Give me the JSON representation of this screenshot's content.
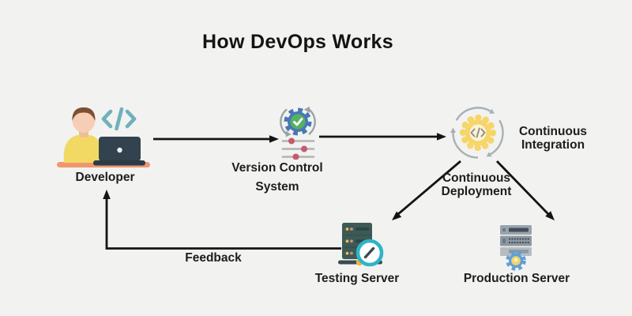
{
  "title": "How DevOps Works",
  "colors": {
    "background": "#f2f2f0",
    "text": "#1d1d1d",
    "arrow": "#141414",
    "developer_shirt_yellow": "#f2d964",
    "developer_desk_salmon": "#f0976e",
    "laptop_dark": "#32424e",
    "code_symbol_teal": "#6fb1bd",
    "vcs_gear_blue": "#4878b4",
    "vcs_check_green": "#56b262",
    "vcs_commit_dot_rose": "#c65b6d",
    "ci_gear_yellow": "#f6d569",
    "cycle_arrow_gray": "#a7b0b5",
    "testing_server_teal": "#3d5a56",
    "magnifier_cyan": "#2cb5c8",
    "server_light_yellow": "#f0b33c",
    "production_server_gray": "#98a3ac",
    "production_gear_blue": "#5f9fd6"
  },
  "nodes": {
    "developer": {
      "label": "Developer",
      "icon": "developer-at-laptop-icon"
    },
    "version_control": {
      "label_line1": "Version Control",
      "label_line2": "System",
      "icon": "version-control-gear-icon"
    },
    "continuous_integration": {
      "label_line1": "Continuous",
      "label_line2": "Integration",
      "icon": "ci-cycle-gear-icon"
    },
    "continuous_deployment": {
      "label_line1": "Continuous",
      "label_line2": "Deployment"
    },
    "testing_server": {
      "label": "Testing Server",
      "icon": "testing-server-icon"
    },
    "production_server": {
      "label": "Production Server",
      "icon": "production-server-icon"
    }
  },
  "edges": {
    "feedback": {
      "label": "Feedback"
    }
  }
}
